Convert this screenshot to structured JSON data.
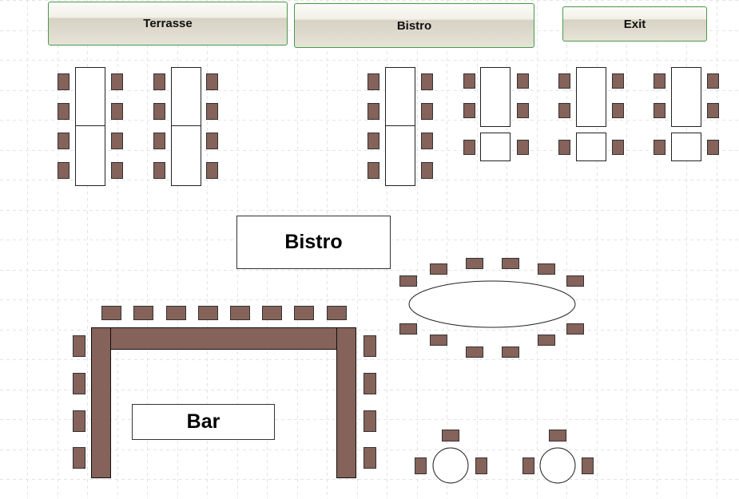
{
  "buttons": {
    "terrasse": "Terrasse",
    "bistro": "Bistro",
    "exit": "Exit"
  },
  "labels": {
    "bistro": "Bistro",
    "bar": "Bar"
  },
  "colors": {
    "chair": "#85625a",
    "button_border": "#4a9a4a"
  }
}
